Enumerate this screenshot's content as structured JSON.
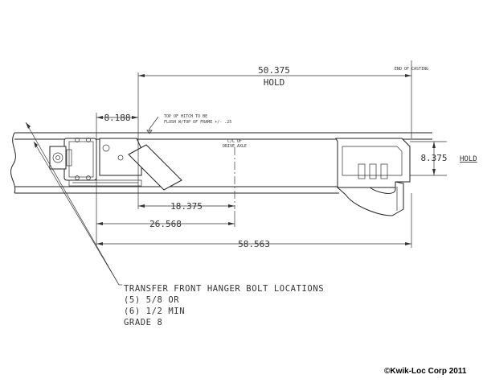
{
  "dimensions": {
    "d50": "50.375",
    "d50_sub": "HOLD",
    "d8188": "8.188",
    "d8375": "8.375",
    "d8375_hold": "HOLD",
    "d18375": "18.375",
    "d26568": "26.568",
    "d58563": "58.563"
  },
  "labels": {
    "end_of_casting": "END OF CASTING",
    "top_hitch_1": "TOP OF HITCH TO BE",
    "top_hitch_2": "FLUSH W/TOP OF FRAME +/- .25",
    "cl_1": "C/L OF",
    "cl_2": "DRIVE AXLE"
  },
  "note": {
    "line1": "TRANSFER FRONT HANGER BOLT LOCATIONS",
    "line2": "(5) 5/8 OR",
    "line3": "(6) 1/2 MIN",
    "line4": "GRADE 8"
  },
  "copyright": "©Kwik-Loc Corp 2011"
}
